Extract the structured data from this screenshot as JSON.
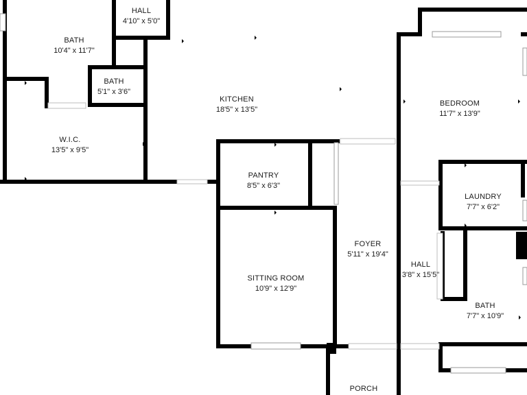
{
  "rooms": {
    "bath_left": {
      "name": "BATH",
      "dims": "10'4\" x 11'7\""
    },
    "hall_top": {
      "name": "HALL",
      "dims": "4'10\" x 5'0\""
    },
    "bath_small": {
      "name": "BATH",
      "dims": "5'1\" x 3'6\""
    },
    "kitchen": {
      "name": "KITCHEN",
      "dims": "18'5\" x 13'5\""
    },
    "wic": {
      "name": "W.I.C.",
      "dims": "13'5\" x 9'5\""
    },
    "pantry": {
      "name": "PANTRY",
      "dims": "8'5\" x 6'3\""
    },
    "bedroom": {
      "name": "BEDROOM",
      "dims": "11'7\" x 13'9\""
    },
    "laundry": {
      "name": "LAUNDRY",
      "dims": "7'7\" x 6'2\""
    },
    "foyer": {
      "name": "FOYER",
      "dims": "5'11\" x 19'4\""
    },
    "hall_right": {
      "name": "HALL",
      "dims": "3'8\" x 15'5\""
    },
    "sitting_room": {
      "name": "SITTING ROOM",
      "dims": "10'9\" x 12'9\""
    },
    "bath_right": {
      "name": "BATH",
      "dims": "7'7\" x 10'9\""
    },
    "porch": {
      "name": "PORCH",
      "dims": ""
    }
  },
  "colors": {
    "wall": "#000000",
    "background": "#ffffff",
    "text": "#1a1a1a",
    "window": "#cfcfcf"
  }
}
